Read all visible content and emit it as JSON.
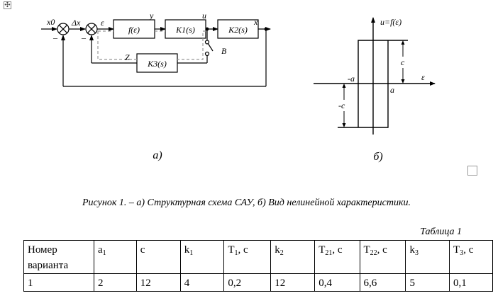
{
  "diagram_a": {
    "signals": {
      "x0": "x0",
      "dx": "Δx",
      "eps": "ε",
      "y": "y",
      "u": "u",
      "x": "x",
      "z": "Z",
      "switch": "B"
    },
    "blocks": {
      "f": "f(ε)",
      "k1": "K1(s)",
      "k2": "K2(s)",
      "k3": "K3(s)"
    },
    "minus": "–",
    "label": "а)"
  },
  "diagram_b": {
    "y_axis": "u=f(ε)",
    "x_axis": "ε",
    "neg_a": "-a",
    "pos_a": "a",
    "pos_c": "c",
    "neg_c": "-c",
    "label": "б)"
  },
  "caption": "Рисунок 1. – а) Структурная схема САУ, б) Вид нелинейной характеристики.",
  "table": {
    "title": "Таблица 1",
    "headers": [
      {
        "base": "Номер варианта",
        "sub": "",
        "suffix": ""
      },
      {
        "base": "a",
        "sub": "1",
        "suffix": ""
      },
      {
        "base": "c",
        "sub": "",
        "suffix": ""
      },
      {
        "base": "k",
        "sub": "1",
        "suffix": ""
      },
      {
        "base": "T",
        "sub": "1",
        "suffix": ", с"
      },
      {
        "base": "k",
        "sub": "2",
        "suffix": ""
      },
      {
        "base": "T",
        "sub": "21",
        "suffix": ", с"
      },
      {
        "base": "T",
        "sub": "22",
        "suffix": ", с"
      },
      {
        "base": "k",
        "sub": "3",
        "suffix": ""
      },
      {
        "base": "T",
        "sub": "3",
        "suffix": ", с"
      }
    ],
    "rows": [
      [
        "1",
        "2",
        "12",
        "4",
        "0,2",
        "12",
        "0,4",
        "6,6",
        "5",
        "0,1"
      ]
    ]
  }
}
